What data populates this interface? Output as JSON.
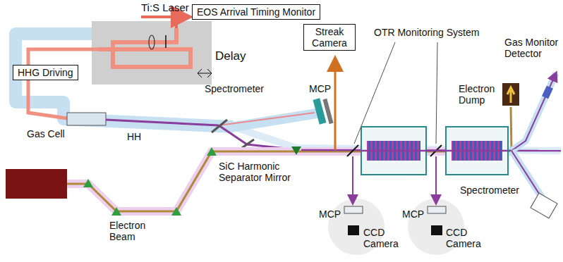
{
  "diagram": {
    "nodes": [
      {
        "text": [
          "EOS Arrival Timing Monitor"
        ]
      },
      {
        "text": [
          "HHG Driving"
        ]
      },
      {
        "text": [
          "Streak Camera"
        ]
      }
    ],
    "labels": [
      "Ti:S Laser",
      "Delay",
      "Spectrometer",
      "MCP",
      "Gas Cell",
      "HH",
      "SiC Harmonic Separator Mirror",
      "OTR Monitoring System",
      "Electron Beam",
      "MCP",
      "MCP",
      "CCD Camera",
      "CCD Camera",
      "Electron Dump",
      "Gas Monitor Detector",
      "Spectrometer"
    ]
  }
}
